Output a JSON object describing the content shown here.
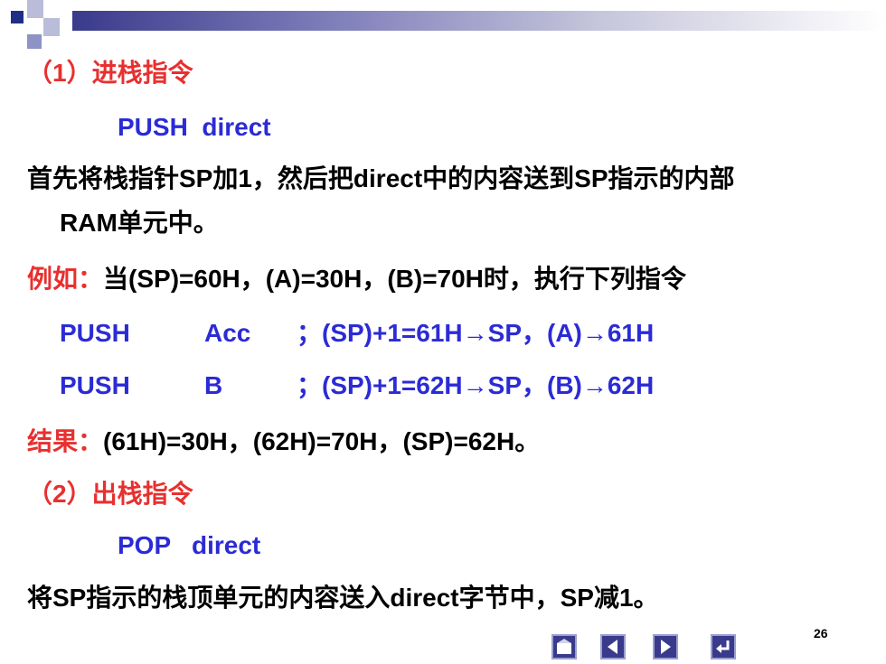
{
  "sections": {
    "push_heading": "（1）进栈指令",
    "push_syntax": "PUSH  direct",
    "push_desc_line1": "首先将栈指针SP加1，然后把direct中的内容送到SP指示的内部",
    "push_desc_line2": "RAM单元中。",
    "example_label": "例如：",
    "example_text": "当(SP)=60H，(A)=30H，(B)=70H时，执行下列指令",
    "code_rows": [
      {
        "op": "PUSH",
        "arg": "Acc",
        "comment": "；(SP)+1=61H→SP，(A)→61H"
      },
      {
        "op": "PUSH",
        "arg": "B",
        "comment": "；(SP)+1=62H→SP，(B)→62H"
      }
    ],
    "result_label": "结果：",
    "result_text": "(61H)=30H，(62H)=70H，(SP)=62H。",
    "pop_heading": "（2）出栈指令",
    "pop_syntax": "POP   direct",
    "pop_desc": "将SP指示的栈顶单元的内容送入direct字节中，SP减1。"
  },
  "page_number": "26",
  "nav_icons": [
    "home-icon",
    "previous-icon",
    "next-icon",
    "return-icon"
  ],
  "colors": {
    "heading_red": "#e8302f",
    "code_blue": "#2b2bd6",
    "text_black": "#000000",
    "nav_fill": "#3a3a8c"
  }
}
